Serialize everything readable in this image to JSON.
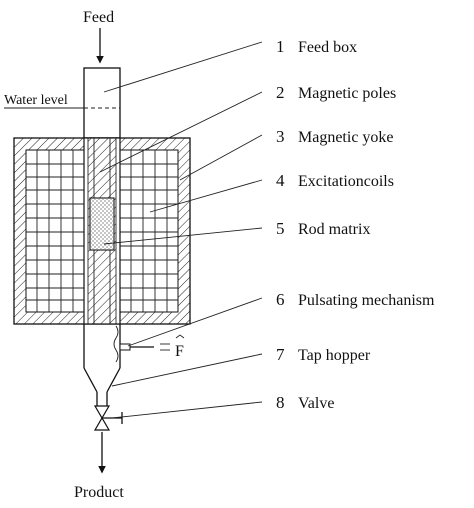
{
  "diagram": {
    "feed_label": "Feed",
    "product_label": "Product",
    "water_level_label": "Water level",
    "force_label": "F",
    "components": [
      {
        "number": "1",
        "name": "Feed box"
      },
      {
        "number": "2",
        "name": "Magnetic poles"
      },
      {
        "number": "3",
        "name": "Magnetic yoke"
      },
      {
        "number": "4",
        "name": "Excitationcoils"
      },
      {
        "number": "5",
        "name": "Rod matrix"
      },
      {
        "number": "6",
        "name": "Pulsating mechanism"
      },
      {
        "number": "7",
        "name": "Tap hopper"
      },
      {
        "number": "8",
        "name": "Valve"
      }
    ]
  }
}
